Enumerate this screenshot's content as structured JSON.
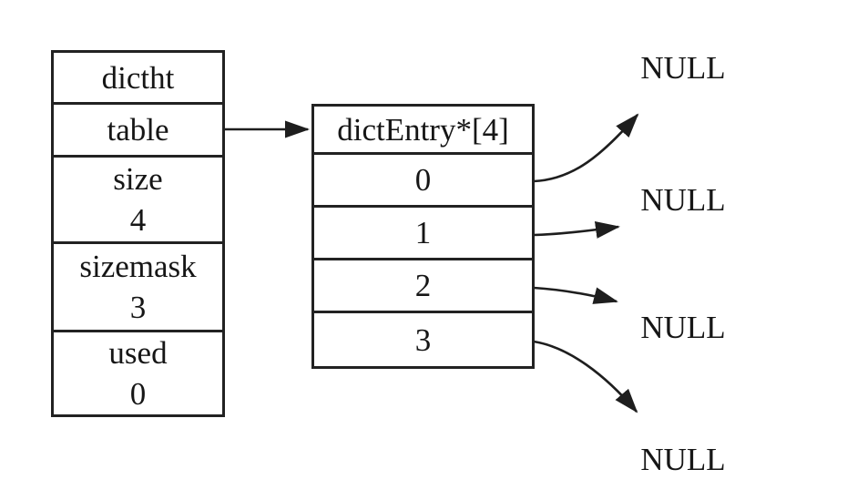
{
  "colors": {
    "background": "#ffffff",
    "line": "#222222",
    "text": "#161616"
  },
  "dictht_table": {
    "rows": [
      {
        "label": "dictht",
        "value": ""
      },
      {
        "label": "table",
        "value": ""
      },
      {
        "label": "size",
        "value": "4"
      },
      {
        "label": "sizemask",
        "value": "3"
      },
      {
        "label": "used",
        "value": "0"
      }
    ]
  },
  "bucket_table": {
    "header": "dictEntry*[4]",
    "rows": [
      {
        "label": "0"
      },
      {
        "label": "1"
      },
      {
        "label": "2"
      },
      {
        "label": "3"
      }
    ]
  },
  "null_labels": [
    {
      "text": "NULL"
    },
    {
      "text": "NULL"
    },
    {
      "text": "NULL"
    },
    {
      "text": "NULL"
    }
  ]
}
